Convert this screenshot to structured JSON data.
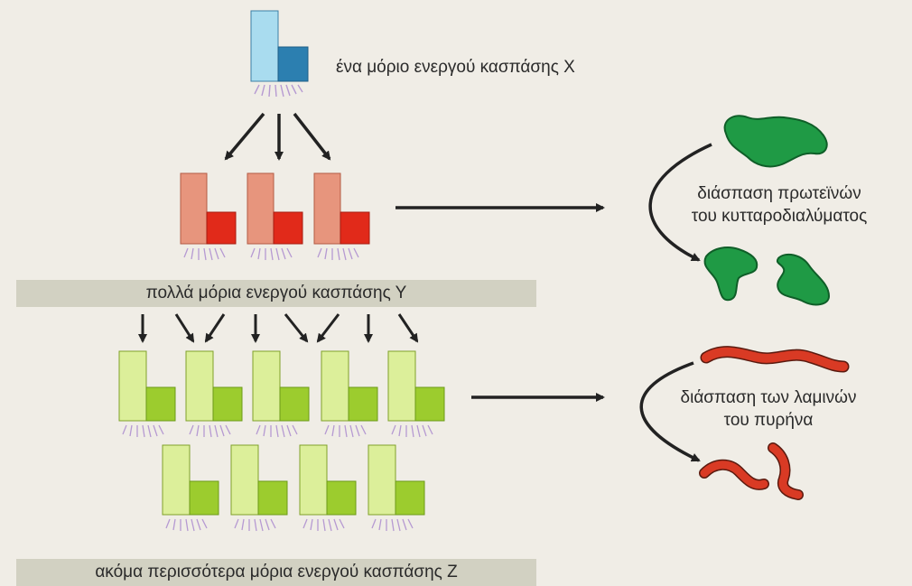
{
  "labels": {
    "caspase_x": "ένα μόριο ενεργού κασπάσης Χ",
    "caspase_y": "πολλά μόρια ενεργού κασπάσης Υ",
    "caspase_z": "ακόμα περισσότερα μόρια ενεργού κασπάσης Ζ",
    "proteins_line1": "διάσπαση πρωτεϊνών",
    "proteins_line2": "του κυτταροδιαλύματος",
    "lamins_line1": "διάσπαση των λαμινών",
    "lamins_line2": "του πυρήνα"
  },
  "colors": {
    "background": "#f0ede6",
    "caspase_x_light": "#a9dcef",
    "caspase_x_dark": "#2c7fb0",
    "caspase_y_light": "#e7957d",
    "caspase_y_dark": "#e12a1a",
    "caspase_z_light": "#dcef9a",
    "caspase_z_dark": "#9ccc2e",
    "protein_fragment": "#1f9a45",
    "lamin_fragment": "#d93a24",
    "band": "#d2d1c2"
  }
}
